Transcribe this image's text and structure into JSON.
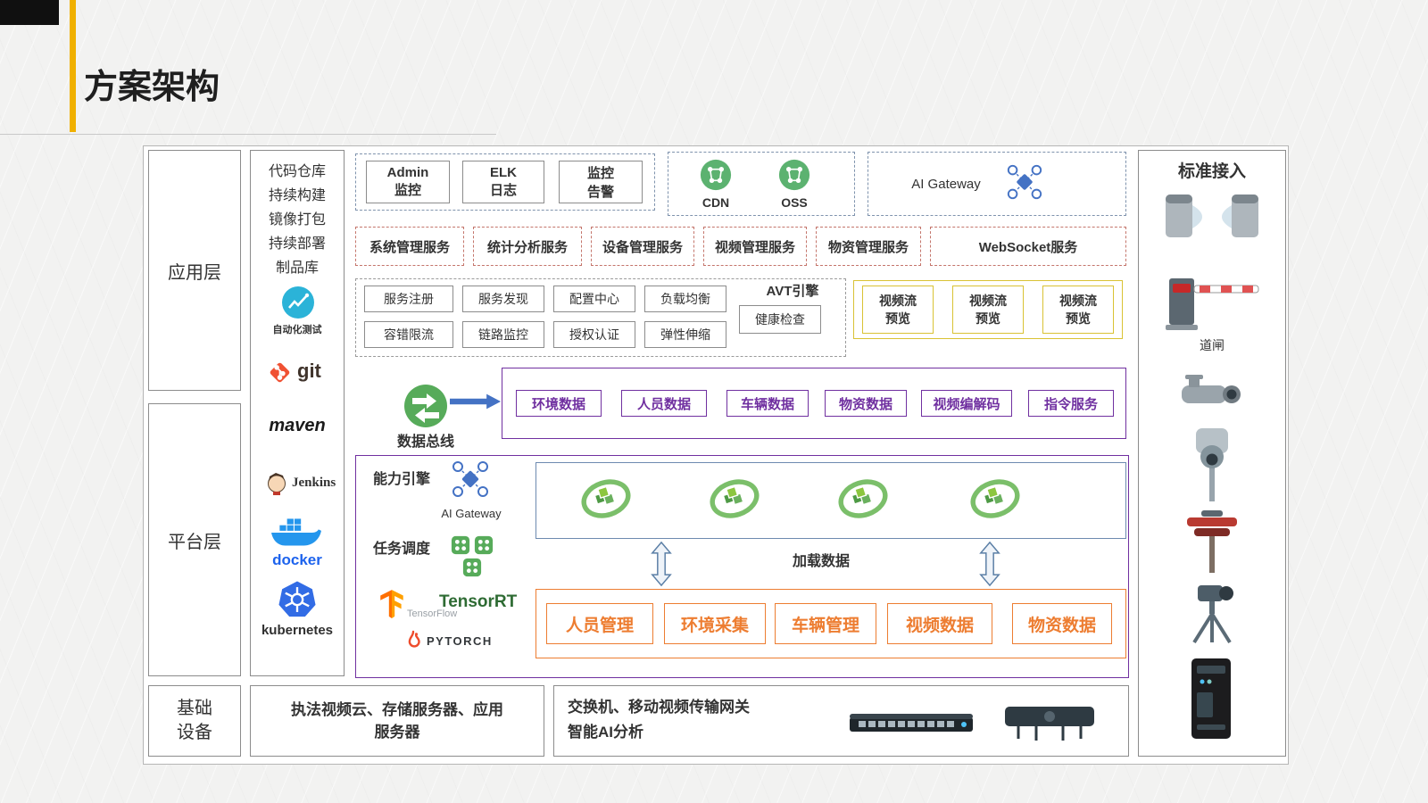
{
  "title": "方案架构",
  "layers": {
    "app": "应用层",
    "platform": "平台层",
    "base": "基础\n设备"
  },
  "devops": {
    "pipeline": [
      "代码仓库",
      "持续构建",
      "镜像打包",
      "持续部署",
      "制品库"
    ],
    "auto_test": "自动化测试",
    "git": "git",
    "maven": "maven",
    "jenkins": "Jenkins",
    "docker": "docker",
    "kubernetes": "kubernetes"
  },
  "monitor_boxes": [
    "Admin\n监控",
    "ELK\n日志",
    "监控\n告警"
  ],
  "cloud_box": {
    "cdn": "CDN",
    "oss": "OSS"
  },
  "gateway_box": {
    "label": "AI Gateway"
  },
  "service_row": [
    "系统管理服务",
    "统计分析服务",
    "设备管理服务",
    "视频管理服务",
    "物资管理服务",
    "WebSocket服务"
  ],
  "governance": {
    "row1": [
      "服务注册",
      "服务发现",
      "配置中心",
      "负载均衡"
    ],
    "row2": [
      "容错限流",
      "链路监控",
      "授权认证",
      "弹性伸缩"
    ],
    "avt": "AVT引擎",
    "health": "健康检查"
  },
  "preview_boxes": [
    "视频流\n预览",
    "视频流\n预览",
    "视频流\n预览"
  ],
  "databus": {
    "label": "数据总线",
    "items": [
      "环境数据",
      "人员数据",
      "车辆数据",
      "物资数据",
      "视频编解码",
      "指令服务"
    ]
  },
  "engine": {
    "capability": "能力引擎",
    "ai_gateway": "AI Gateway",
    "scheduler": "任务调度",
    "tensorflow": "TensorFlow",
    "tensorrt": "TensorRT",
    "pytorch": "PYTORCH",
    "load_data": "加载数据",
    "modules": [
      "人员管理",
      "环境采集",
      "车辆管理",
      "视频数据",
      "物资数据"
    ]
  },
  "bottom": {
    "servers": "执法视频云、存储服务器、应用\n服务器",
    "network": "交换机、移动视频传输网关\n智能AI分析"
  },
  "access": {
    "title": "标准接入",
    "gate": "道闸"
  },
  "icons": [
    "auto-test-icon",
    "git-icon",
    "jenkins-icon",
    "docker-icon",
    "kubernetes-icon",
    "cdn-icon",
    "oss-icon",
    "ai-gateway-icon",
    "data-bus-icon",
    "right-arrow-icon",
    "task-node-icon",
    "tensorflow-icon",
    "pytorch-flame-icon",
    "container-cluster-icon",
    "double-arrow-icon",
    "turnstile-icon",
    "barrier-gate-icon",
    "bullet-camera-icon",
    "ptz-camera-icon",
    "env-sensor-icon",
    "tripod-camera-icon",
    "edge-server-icon",
    "network-switch-icon",
    "ai-transmission-gateway-icon"
  ],
  "colors": {
    "accent": "#f0b000",
    "purple": "#7030a0",
    "orange": "#ed7d31",
    "green": "#57ab5a",
    "blue": "#4472c4",
    "yellow_border": "#d9c234",
    "dashed_red": "#c4756b"
  }
}
